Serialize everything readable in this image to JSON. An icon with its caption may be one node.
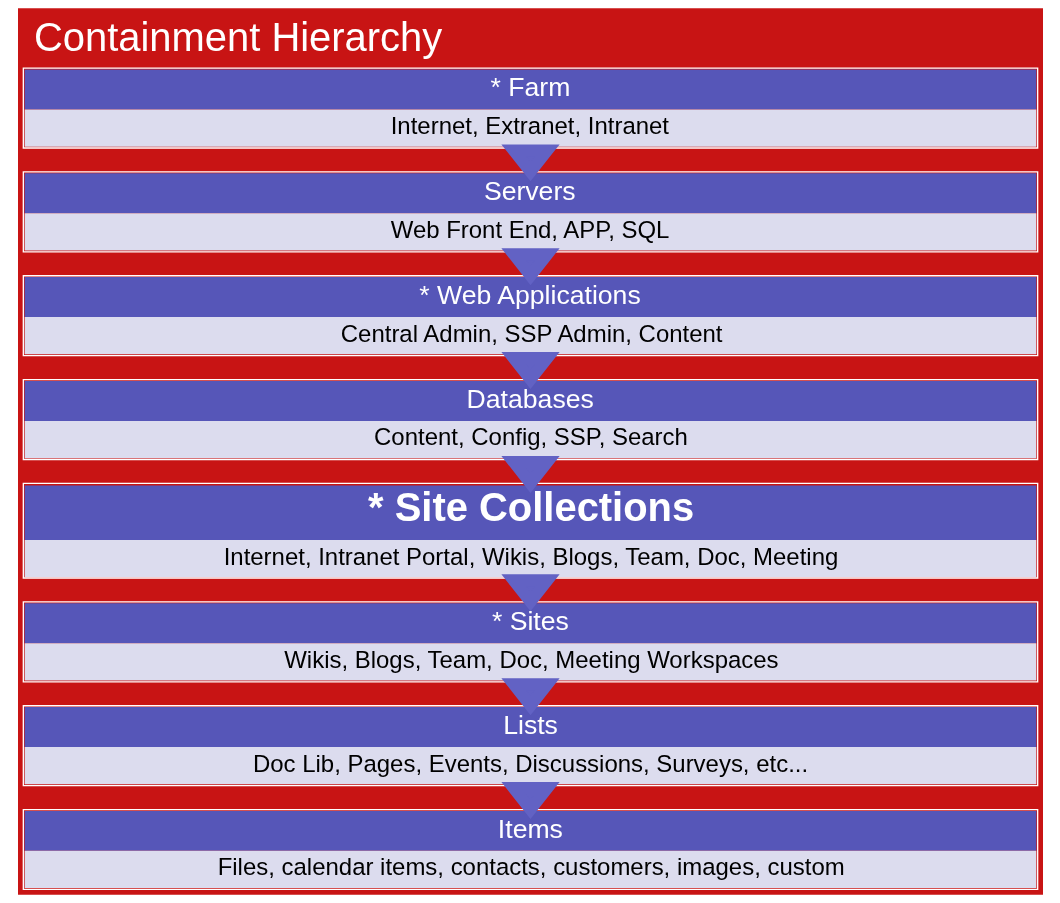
{
  "diagram": {
    "title": "Containment Hierarchy",
    "nodes": [
      {
        "text": [
          "* Farm",
          "Internet, Extranet, Intranet"
        ]
      },
      {
        "text": [
          "Servers",
          "Web Front End, APP, SQL"
        ]
      },
      {
        "text": [
          "* Web Applications",
          "Central Admin, SSP Admin, Content"
        ]
      },
      {
        "text": [
          "Databases",
          "Content, Config, SSP, Search"
        ]
      },
      {
        "text": [
          "* Site Collections",
          "Internet, Intranet Portal, Wikis, Blogs, Team, Doc, Meeting"
        ]
      },
      {
        "text": [
          "* Sites",
          "Wikis, Blogs, Team, Doc, Meeting Workspaces"
        ]
      },
      {
        "text": [
          "Lists",
          "Doc Lib, Pages, Events, Discussions, Surveys, etc..."
        ]
      },
      {
        "text": [
          "Items",
          "Files, calendar items, contacts, customers, images, custom"
        ]
      }
    ],
    "edges": [
      {
        "from": 0,
        "to": 1,
        "arrow": "to"
      },
      {
        "from": 1,
        "to": 2,
        "arrow": "to"
      },
      {
        "from": 2,
        "to": 3,
        "arrow": "to"
      },
      {
        "from": 3,
        "to": 4,
        "arrow": "to"
      },
      {
        "from": 4,
        "to": 5,
        "arrow": "to"
      },
      {
        "from": 5,
        "to": 6,
        "arrow": "to"
      },
      {
        "from": 6,
        "to": 7,
        "arrow": "to"
      }
    ]
  }
}
